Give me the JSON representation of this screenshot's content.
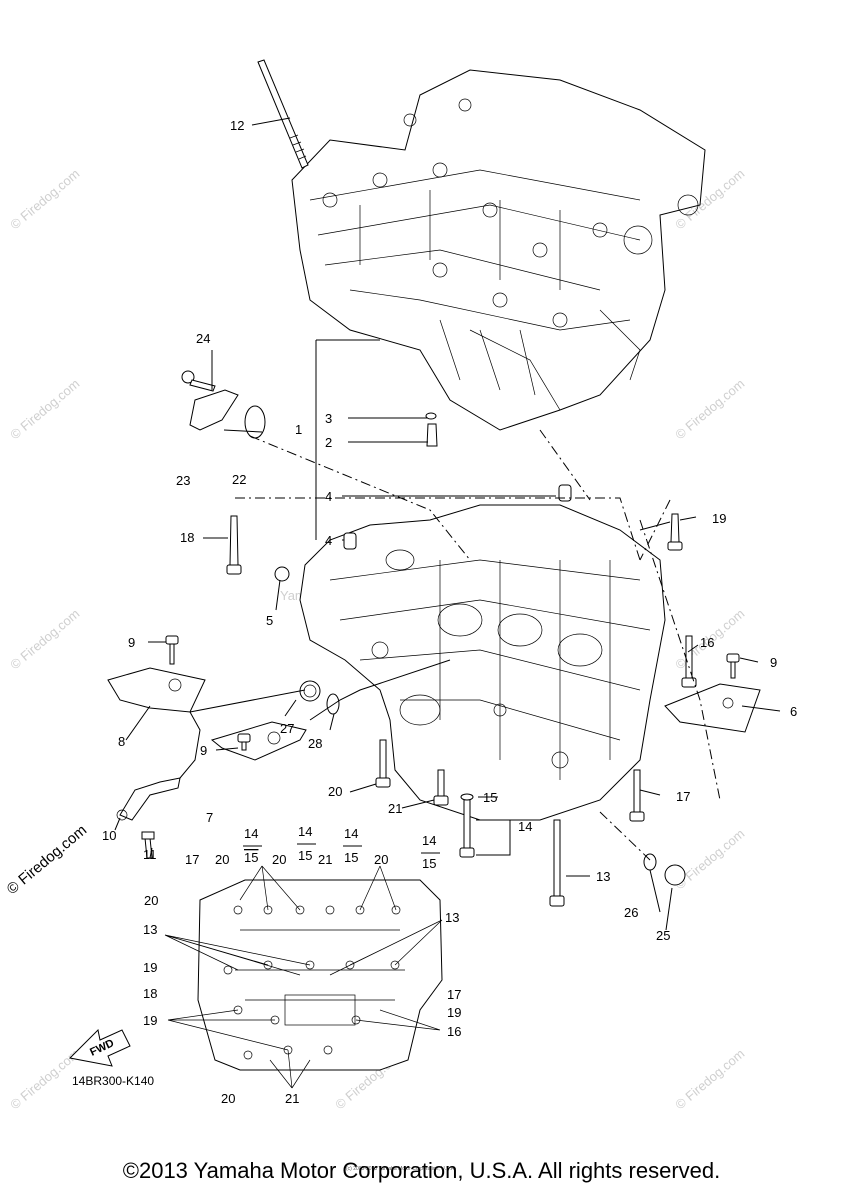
{
  "diagram": {
    "code": "14BR300-K140",
    "fwd_label": "FWD",
    "watermark_text": "© Firedog.com",
    "center_watermark": "Yamaha Motor U.S.A.",
    "fine_print": "(c) 2005-2013 Yamaha Motor Corporation, U.S.A.",
    "callouts": {
      "c1": "1",
      "c2": "2",
      "c3": "3",
      "c4a": "4",
      "c4b": "4",
      "c5": "5",
      "c6": "6",
      "c7": "7",
      "c8": "8",
      "c9a": "9",
      "c9b": "9",
      "c9c": "9",
      "c10": "10",
      "c11": "11",
      "c12": "12",
      "c13a": "13",
      "c13b": "13",
      "c13c": "13",
      "c14a": "14",
      "c15a": "15",
      "c16a": "16",
      "c16b": "16",
      "c17a": "17",
      "c17b": "17",
      "c17c": "17",
      "c18a": "18",
      "c18b": "18",
      "c19a": "19",
      "c19b": "19",
      "c19c": "19",
      "c19d": "19",
      "c20a": "20",
      "c20b": "20",
      "c20c": "20",
      "c20d": "20",
      "c20e": "20",
      "c20f": "20",
      "c21a": "21",
      "c21b": "21",
      "c21c": "21",
      "c22": "22",
      "c23": "23",
      "c24": "24",
      "c25": "25",
      "c26": "26",
      "c27": "27",
      "c28": "28",
      "f14a": "14",
      "f15a": "15",
      "f14b": "14",
      "f15b": "15",
      "f14c": "14",
      "f15c": "15",
      "f14d": "14",
      "f15d": "15"
    }
  },
  "footer": {
    "copyright": "©2013 Yamaha Motor Corporation, U.S.A. All rights reserved."
  }
}
